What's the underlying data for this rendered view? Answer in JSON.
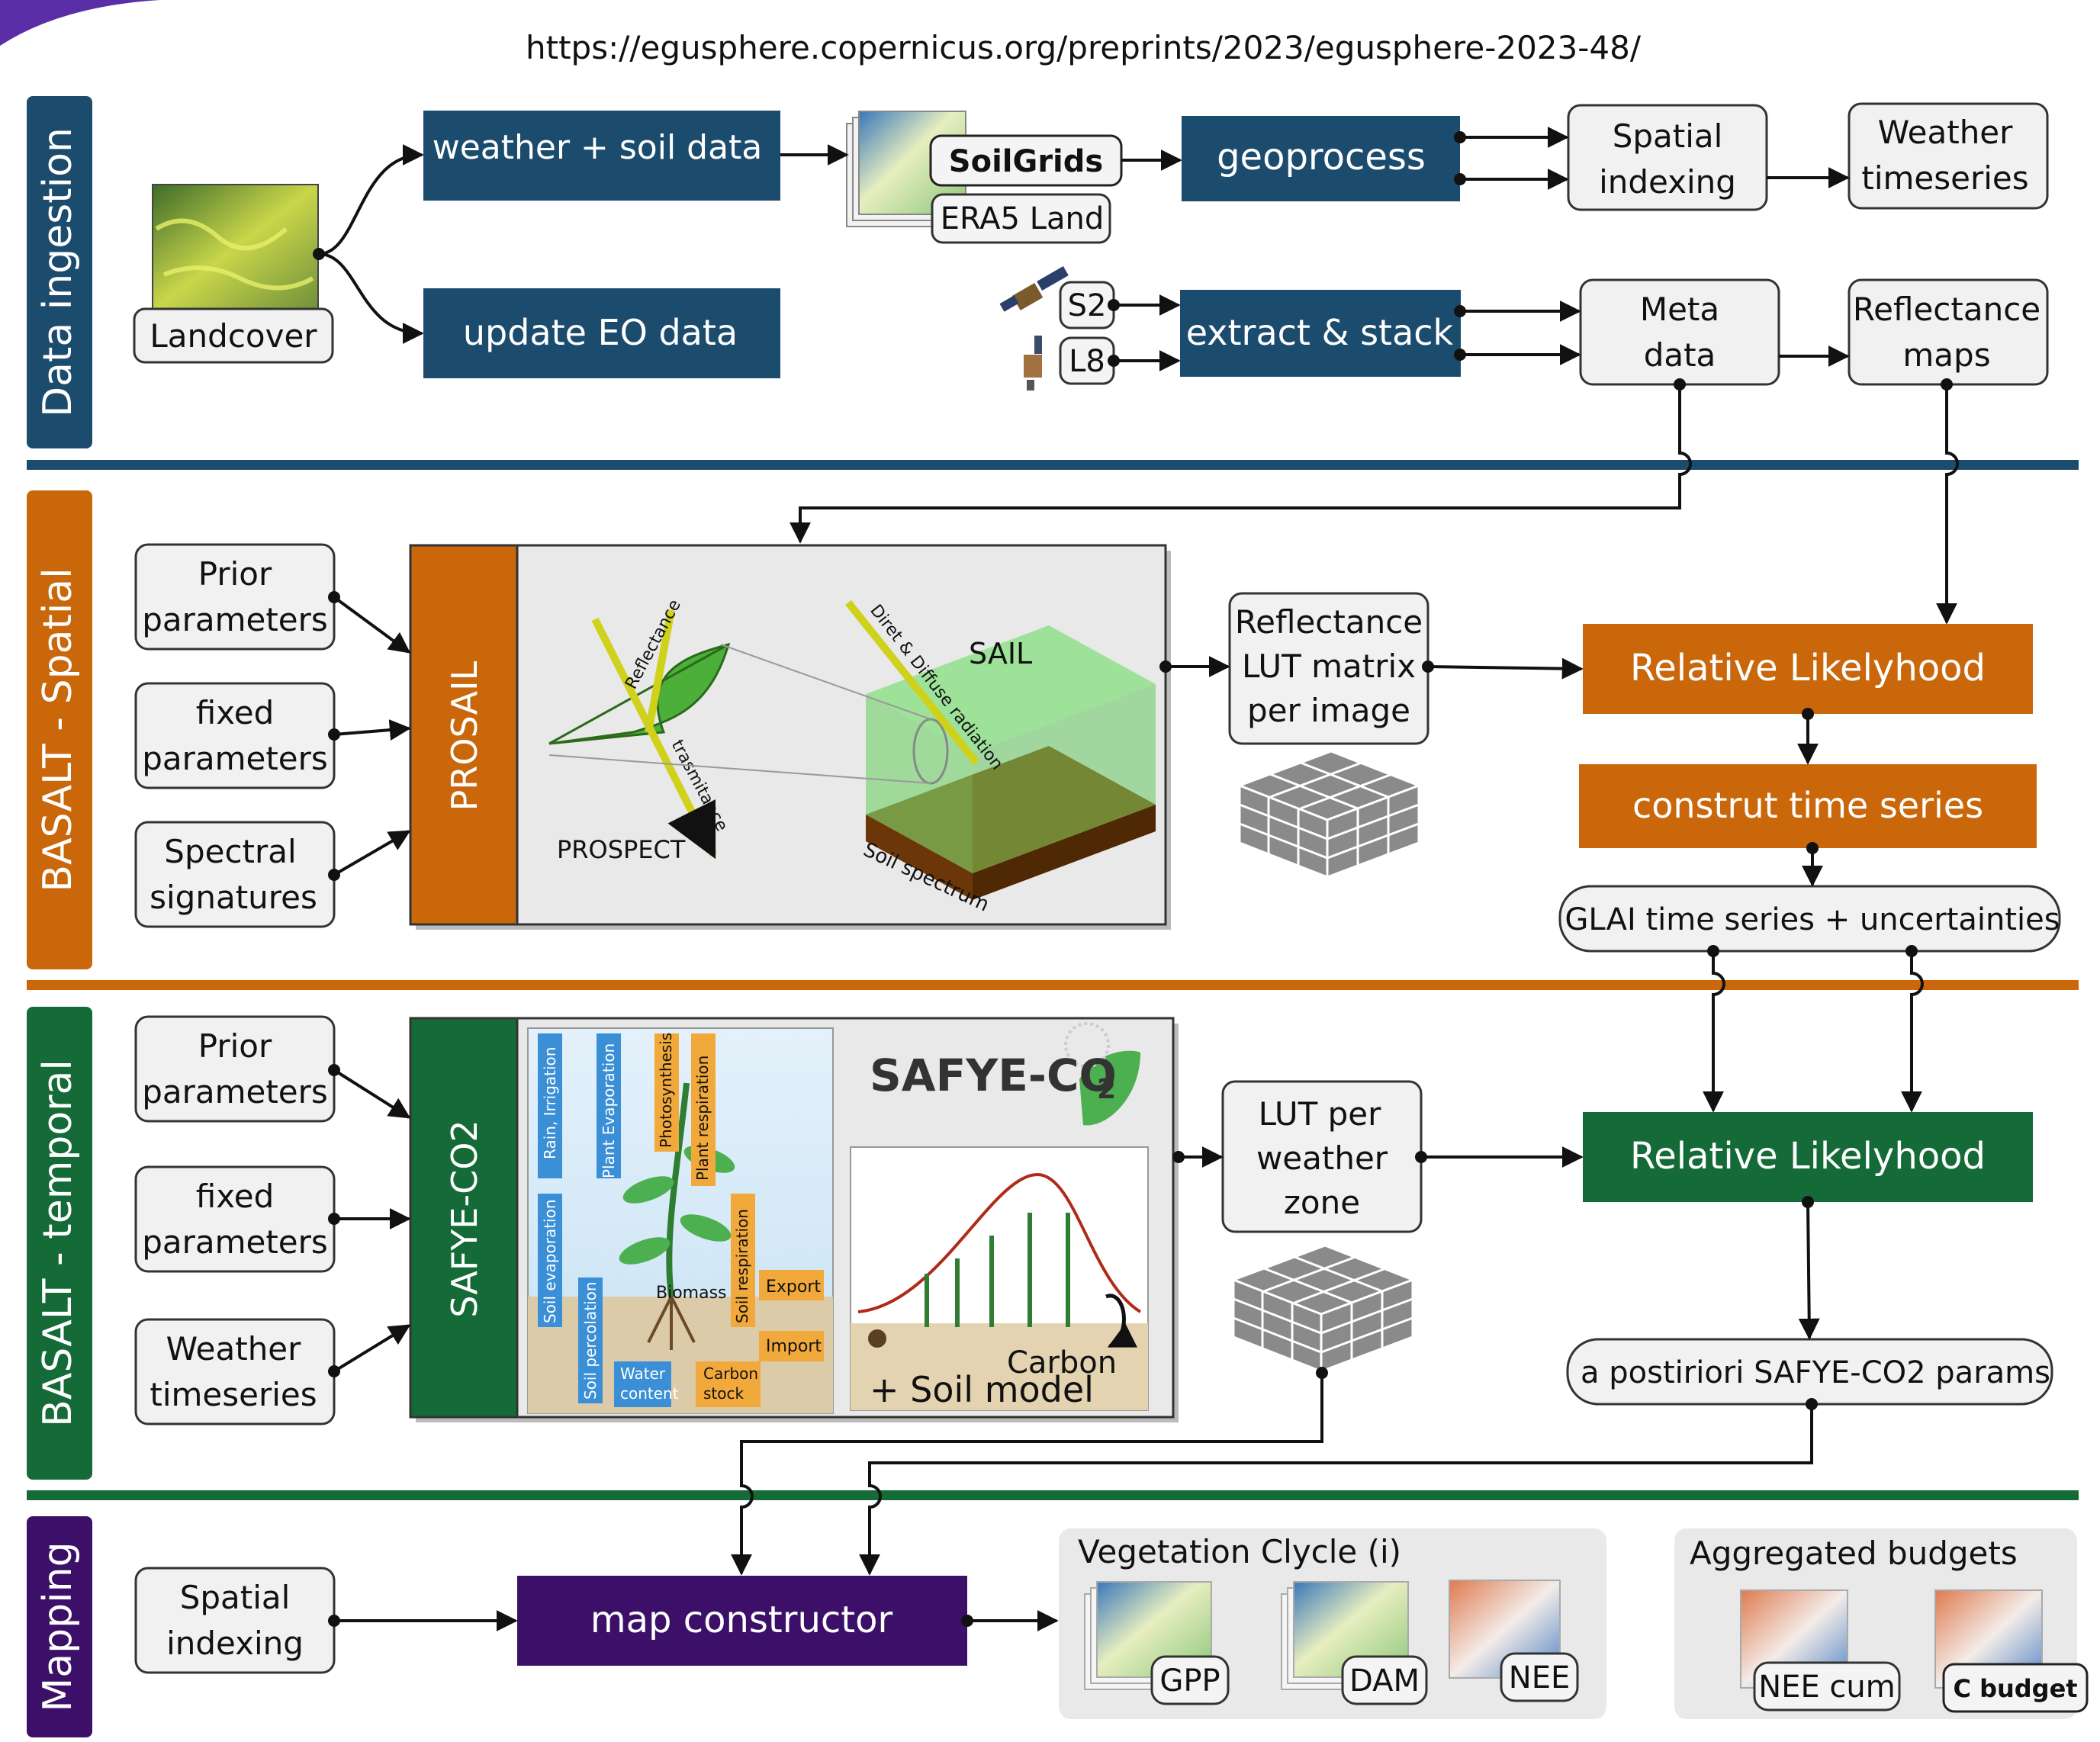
{
  "url": "https://egusphere.copernicus.org/preprints/2023/egusphere-2023-48/",
  "sections": {
    "ingestion": "Data ingestion",
    "spatial": "BASALT - Spatial",
    "temporal": "BASALT - temporal",
    "mapping": "Mapping"
  },
  "ingestion": {
    "landcover": "Landcover",
    "weather_soil": "weather + soil data",
    "update_eo": "update EO data",
    "soilgrids": "SoilGrids",
    "era5": "ERA5 Land",
    "geoprocess": "geoprocess",
    "spatial_indexing": [
      "Spatial",
      "indexing"
    ],
    "weather_timeseries": [
      "Weather",
      "timeseries"
    ],
    "s2": "S2",
    "l8": "L8",
    "extract_stack": "extract & stack",
    "meta_data": [
      "Meta",
      "data"
    ],
    "reflectance_maps": [
      "Reflectance",
      "maps"
    ]
  },
  "spatial": {
    "prior": [
      "Prior",
      "parameters"
    ],
    "fixed": [
      "fixed",
      "parameters"
    ],
    "spectral": [
      "Spectral",
      "signatures"
    ],
    "prosail": "PROSAIL",
    "prospect": "PROSPECT",
    "sail": "SAIL",
    "reflectance": "Reflectance",
    "trasmitance": "trasmitance",
    "diffuse": "Diret & Diffuse radiation",
    "soil_spectrum": "Soil spectrum",
    "lut": [
      "Reflectance",
      "LUT matrix",
      "per image"
    ],
    "relative_likelyhood": "Relative Likelyhood",
    "construct_ts": "construt time series",
    "glai": "GLAI time series + uncertainties"
  },
  "temporal": {
    "prior": [
      "Prior",
      "parameters"
    ],
    "fixed": [
      "fixed",
      "parameters"
    ],
    "weather": [
      "Weather",
      "timeseries"
    ],
    "safye_label": "SAFYE-CO2",
    "safye_logo": "SAFYE-CO",
    "safye_logo_sub": "2",
    "rain": "Rain, Irrigation",
    "plant_evap": "Plant Evaporation",
    "photo": "Photosynthesis",
    "plant_resp": "Plant respiration",
    "soil_evap": "Soil evaporation",
    "soil_perc": "Soil percolation",
    "soil_resp": "Soil respiration",
    "biomass": "Biomass",
    "export": "Export",
    "import": "Import",
    "water": [
      "Water",
      "content"
    ],
    "carbon_stock": [
      "Carbon",
      "stock"
    ],
    "carbon": "Carbon",
    "soil_model": "+ Soil model",
    "lut": [
      "LUT per",
      "weather",
      "zone"
    ],
    "relative_likelyhood": "Relative Likelyhood",
    "posteriori": "a postiriori SAFYE-CO2 params"
  },
  "mapping": {
    "spatial_indexing": [
      "Spatial",
      "indexing"
    ],
    "map_constructor": "map constructor",
    "veg_cycle": "Vegetation Clycle (i)",
    "gpp": "GPP",
    "dam": "DAM",
    "nee": "NEE",
    "aggregated": "Aggregated budgets",
    "nee_cum": "NEE cum",
    "c_budget": "C budget"
  },
  "colors": {
    "blue": "#1c4c6d",
    "orange": "#c9670a",
    "green": "#146b37",
    "purple": "#3c1068",
    "box_fill": "#f1f1f1",
    "panel_fill": "#e9e9e9"
  }
}
